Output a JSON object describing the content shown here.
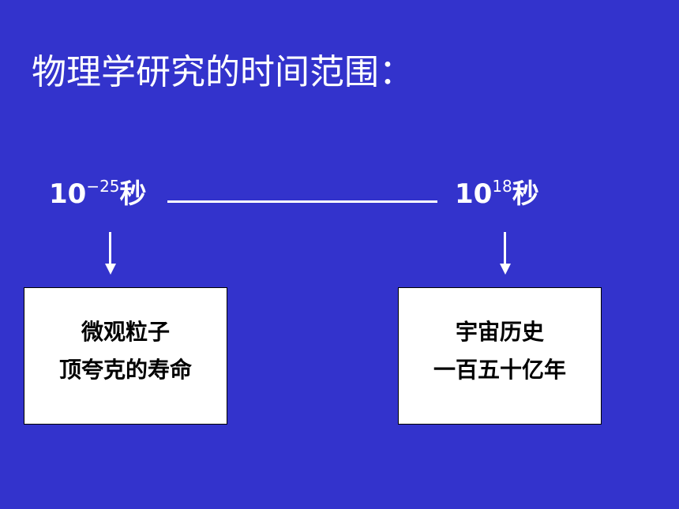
{
  "title": "物理学研究的时间范围：",
  "range": {
    "min": {
      "base": "10",
      "exponent": "−25",
      "unit": "秒"
    },
    "max": {
      "base": "10",
      "exponent": "18",
      "unit": "秒"
    }
  },
  "boxes": {
    "left": {
      "line1": "微观粒子",
      "line2": "顶夸克的寿命"
    },
    "right": {
      "line1": "宇宙历史",
      "line2": "一百五十亿年"
    }
  }
}
